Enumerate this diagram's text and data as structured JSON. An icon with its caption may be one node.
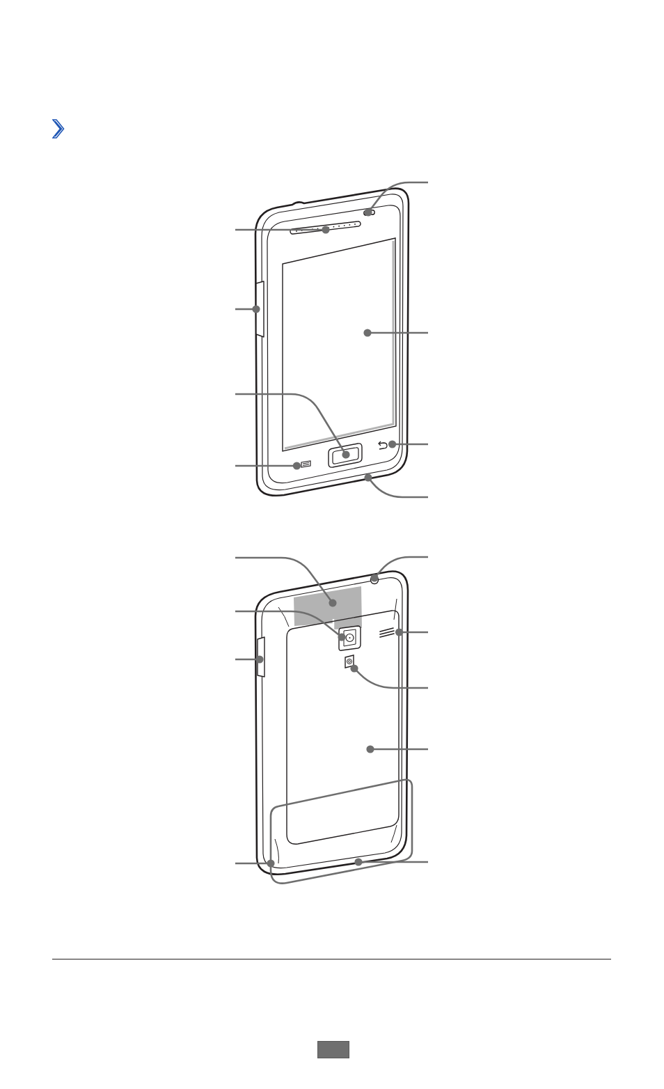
{
  "diagram": {
    "nodes": [
      {
        "text": [],
        "shape": "picture"
      },
      {
        "text": [],
        "shape": "circle",
        "in": 0
      },
      {
        "text": [],
        "shape": "bar",
        "in": 0
      },
      {
        "text": [],
        "shape": "bar",
        "in": 0
      },
      {
        "text": [],
        "shape": "box",
        "in": 0
      },
      {
        "text": [],
        "shape": "picture",
        "in": 0
      },
      {
        "text": [],
        "shape": "box",
        "in": 0
      },
      {
        "text": [],
        "shape": "picture",
        "in": 0
      },
      {
        "text": [],
        "shape": "picture"
      },
      {
        "text": [],
        "shape": "circle",
        "in": 8
      },
      {
        "text": [],
        "shape": "box",
        "in": 8
      },
      {
        "text": [],
        "shape": "bar",
        "in": 8
      },
      {
        "text": [],
        "shape": "box",
        "in": 8
      },
      {
        "text": [],
        "shape": "box",
        "in": 12
      },
      {
        "text": [],
        "shape": "picture",
        "in": 12
      },
      {
        "text": [],
        "shape": "box",
        "in": 12
      },
      {
        "text": [],
        "shape": "box"
      }
    ],
    "edges": [
      {
        "from": null,
        "to": 1,
        "arrow": "other"
      },
      {
        "from": null,
        "to": 2,
        "arrow": "other"
      },
      {
        "from": null,
        "to": 3,
        "arrow": "other"
      },
      {
        "from": null,
        "to": 4,
        "arrow": "other"
      },
      {
        "from": null,
        "to": 6,
        "arrow": "other"
      },
      {
        "from": null,
        "to": 5,
        "arrow": "other"
      },
      {
        "from": null,
        "to": 7,
        "arrow": "other"
      },
      {
        "from": null,
        "to": 0,
        "arrow": "other"
      },
      {
        "from": null,
        "to": 10,
        "arrow": "other"
      },
      {
        "from": null,
        "to": 13,
        "arrow": "other"
      },
      {
        "from": null,
        "to": 11,
        "arrow": "other"
      },
      {
        "from": null,
        "to": 9,
        "arrow": "other"
      },
      {
        "from": null,
        "to": 14,
        "arrow": "other"
      },
      {
        "from": null,
        "to": 15,
        "arrow": "other"
      },
      {
        "from": null,
        "to": 12,
        "arrow": "other"
      },
      {
        "from": null,
        "to": 16,
        "arrow": "other"
      },
      {
        "from": null,
        "to": 8,
        "arrow": "other"
      }
    ]
  }
}
